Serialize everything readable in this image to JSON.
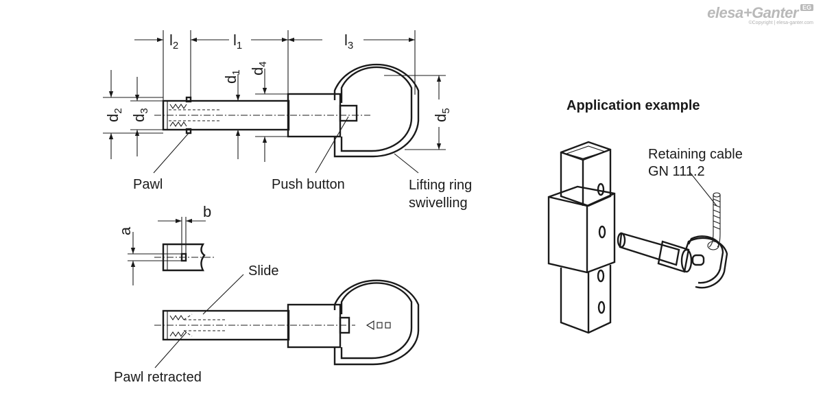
{
  "logo": {
    "brand": "elesa+Ganter",
    "mark": "EG",
    "copyright": "©Copyright | elesa-ganter.com"
  },
  "dimensions": {
    "l2": {
      "base": "l",
      "sub": "2"
    },
    "l1": {
      "base": "l",
      "sub": "1"
    },
    "l3": {
      "base": "l",
      "sub": "3"
    },
    "d1": {
      "base": "d",
      "sub": "1"
    },
    "d4": {
      "base": "d",
      "sub": "4"
    },
    "d2": {
      "base": "d",
      "sub": "2"
    },
    "d3": {
      "base": "d",
      "sub": "3"
    },
    "d5": {
      "base": "d",
      "sub": "5"
    },
    "a": "a",
    "b": "b"
  },
  "labels": {
    "pawl": "Pawl",
    "push_button": "Push button",
    "lifting_ring_line1": "Lifting ring",
    "lifting_ring_line2": "swivelling",
    "slide": "Slide",
    "pawl_retracted": "Pawl retracted",
    "application_example": "Application example",
    "retaining_cable_line1": "Retaining cable",
    "retaining_cable_line2": "GN 111.2"
  },
  "colors": {
    "line": "#1a1a1a",
    "logo": "#b9b9b9",
    "background": "#ffffff"
  }
}
